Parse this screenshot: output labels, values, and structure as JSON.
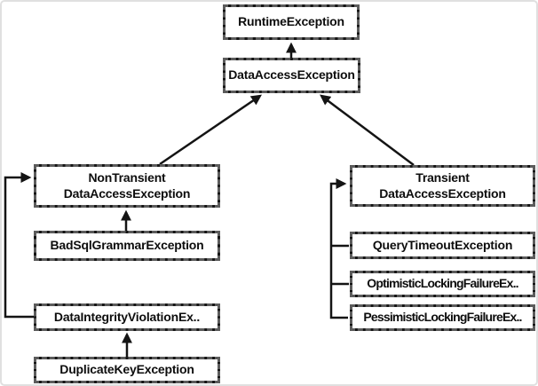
{
  "diagram": {
    "kind": "class-hierarchy",
    "colors": {
      "background": "#ffffff",
      "frame_border": "#e0e0e0",
      "box_fill": "#ffffff",
      "box_border": "#161616",
      "line_color": "#141414",
      "text_color": "#0d0d0d"
    },
    "nodes": [
      {
        "id": "runtime-exception",
        "label": "RuntimeException"
      },
      {
        "id": "data-access-exception",
        "label": "DataAccessException"
      },
      {
        "id": "non-transient-data-access-exception",
        "label": "NonTransient\nDataAccessException"
      },
      {
        "id": "bad-sql-grammar-exception",
        "label": "BadSqlGrammarException"
      },
      {
        "id": "data-integrity-violation-exception",
        "label": "DataIntegrityViolationEx.."
      },
      {
        "id": "duplicate-key-exception",
        "label": "DuplicateKeyException"
      },
      {
        "id": "transient-data-access-exception",
        "label": "Transient\nDataAccessException"
      },
      {
        "id": "query-timeout-exception",
        "label": "QueryTimeoutException"
      },
      {
        "id": "optimistic-locking-failure-exception",
        "label": "OptimisticLockingFailureEx.."
      },
      {
        "id": "pessimistic-locking-failure-exception",
        "label": "PessimisticLockingFailureEx.."
      }
    ],
    "edges": [
      {
        "from": "DataAccessException",
        "to": "RuntimeException"
      },
      {
        "from": "NonTransientDataAccessException",
        "to": "DataAccessException"
      },
      {
        "from": "TransientDataAccessException",
        "to": "DataAccessException"
      },
      {
        "from": "BadSqlGrammarException",
        "to": "NonTransientDataAccessException"
      },
      {
        "from": "DataIntegrityViolationException",
        "to": "NonTransientDataAccessException"
      },
      {
        "from": "DuplicateKeyException",
        "to": "DataIntegrityViolationException"
      },
      {
        "from": "QueryTimeoutException",
        "to": "TransientDataAccessException"
      },
      {
        "from": "OptimisticLockingFailureException",
        "to": "TransientDataAccessException"
      },
      {
        "from": "PessimisticLockingFailureException",
        "to": "TransientDataAccessException"
      }
    ]
  }
}
